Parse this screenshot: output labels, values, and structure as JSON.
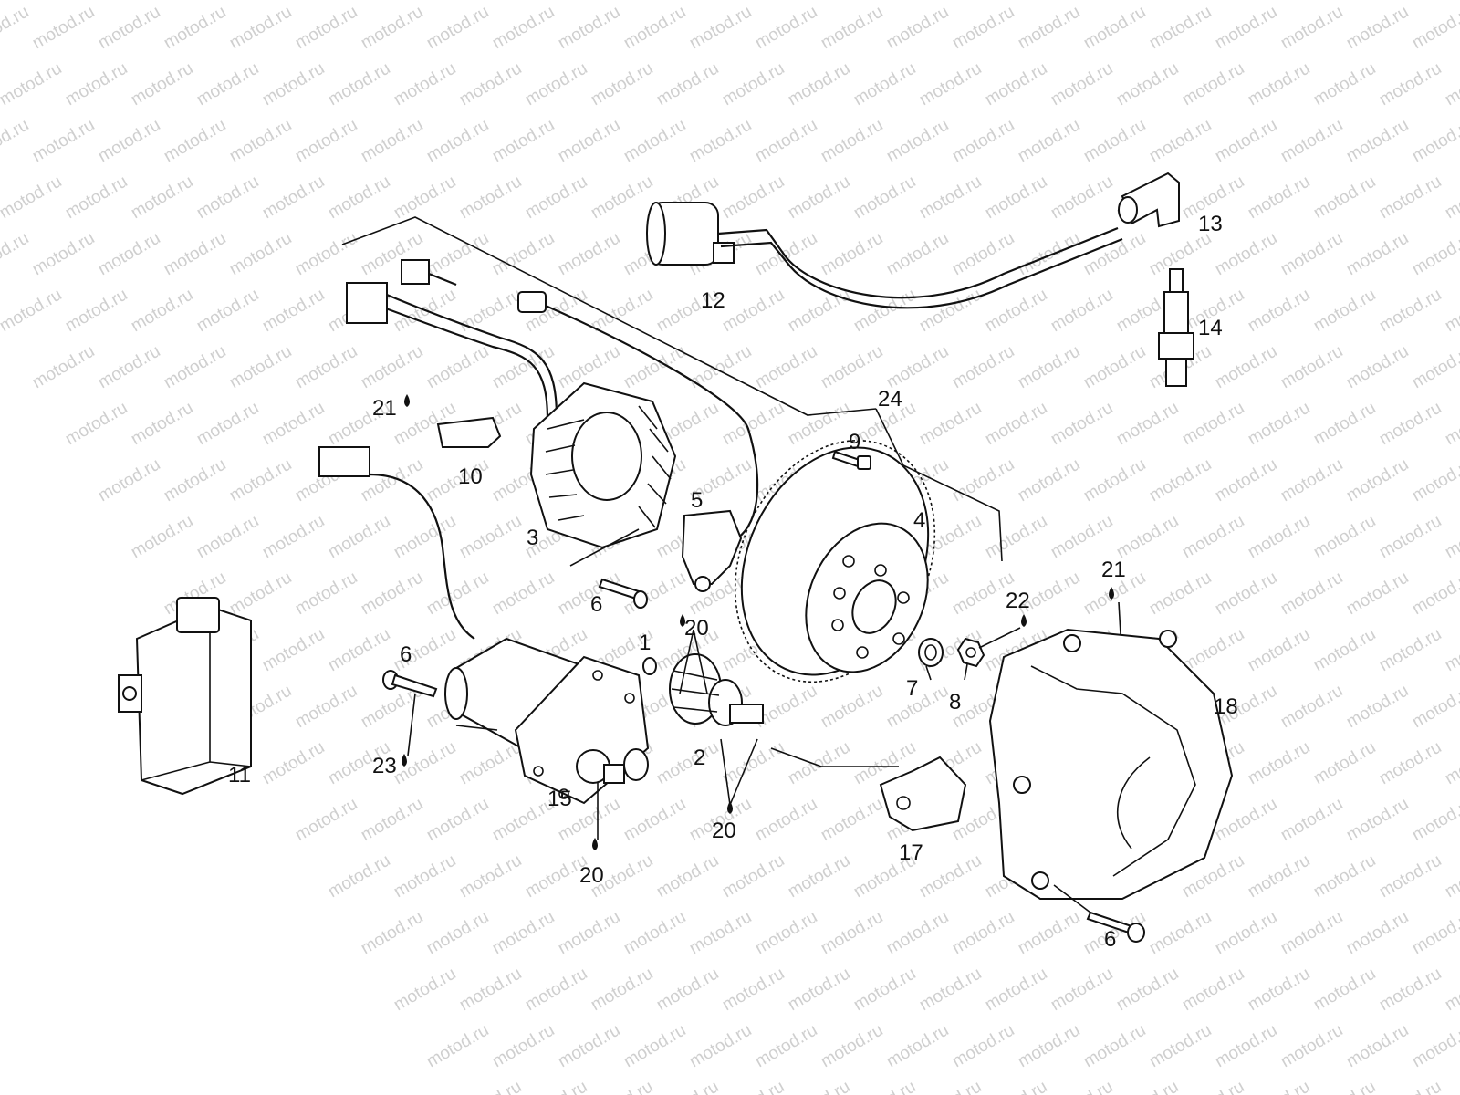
{
  "watermark": {
    "text": "motod.ru"
  },
  "callouts": {
    "c1": "1",
    "c2": "2",
    "c3": "3",
    "c4": "4",
    "c5": "5",
    "c6a": "6",
    "c6b": "6",
    "c6c": "6",
    "c7": "7",
    "c8": "8",
    "c9": "9",
    "c10": "10",
    "c11": "11",
    "c12": "12",
    "c13": "13",
    "c14": "14",
    "c15": "15",
    "c17": "17",
    "c18": "18",
    "c20a": "20",
    "c20b": "20",
    "c20c": "20",
    "c21a": "21",
    "c21b": "21",
    "c22": "22",
    "c23": "23",
    "c24": "24"
  },
  "icons": {
    "lubricant_marker": "drop-icon"
  },
  "colors": {
    "line": "#111111",
    "watermark": "#cfcfcf",
    "background": "#ffffff"
  }
}
